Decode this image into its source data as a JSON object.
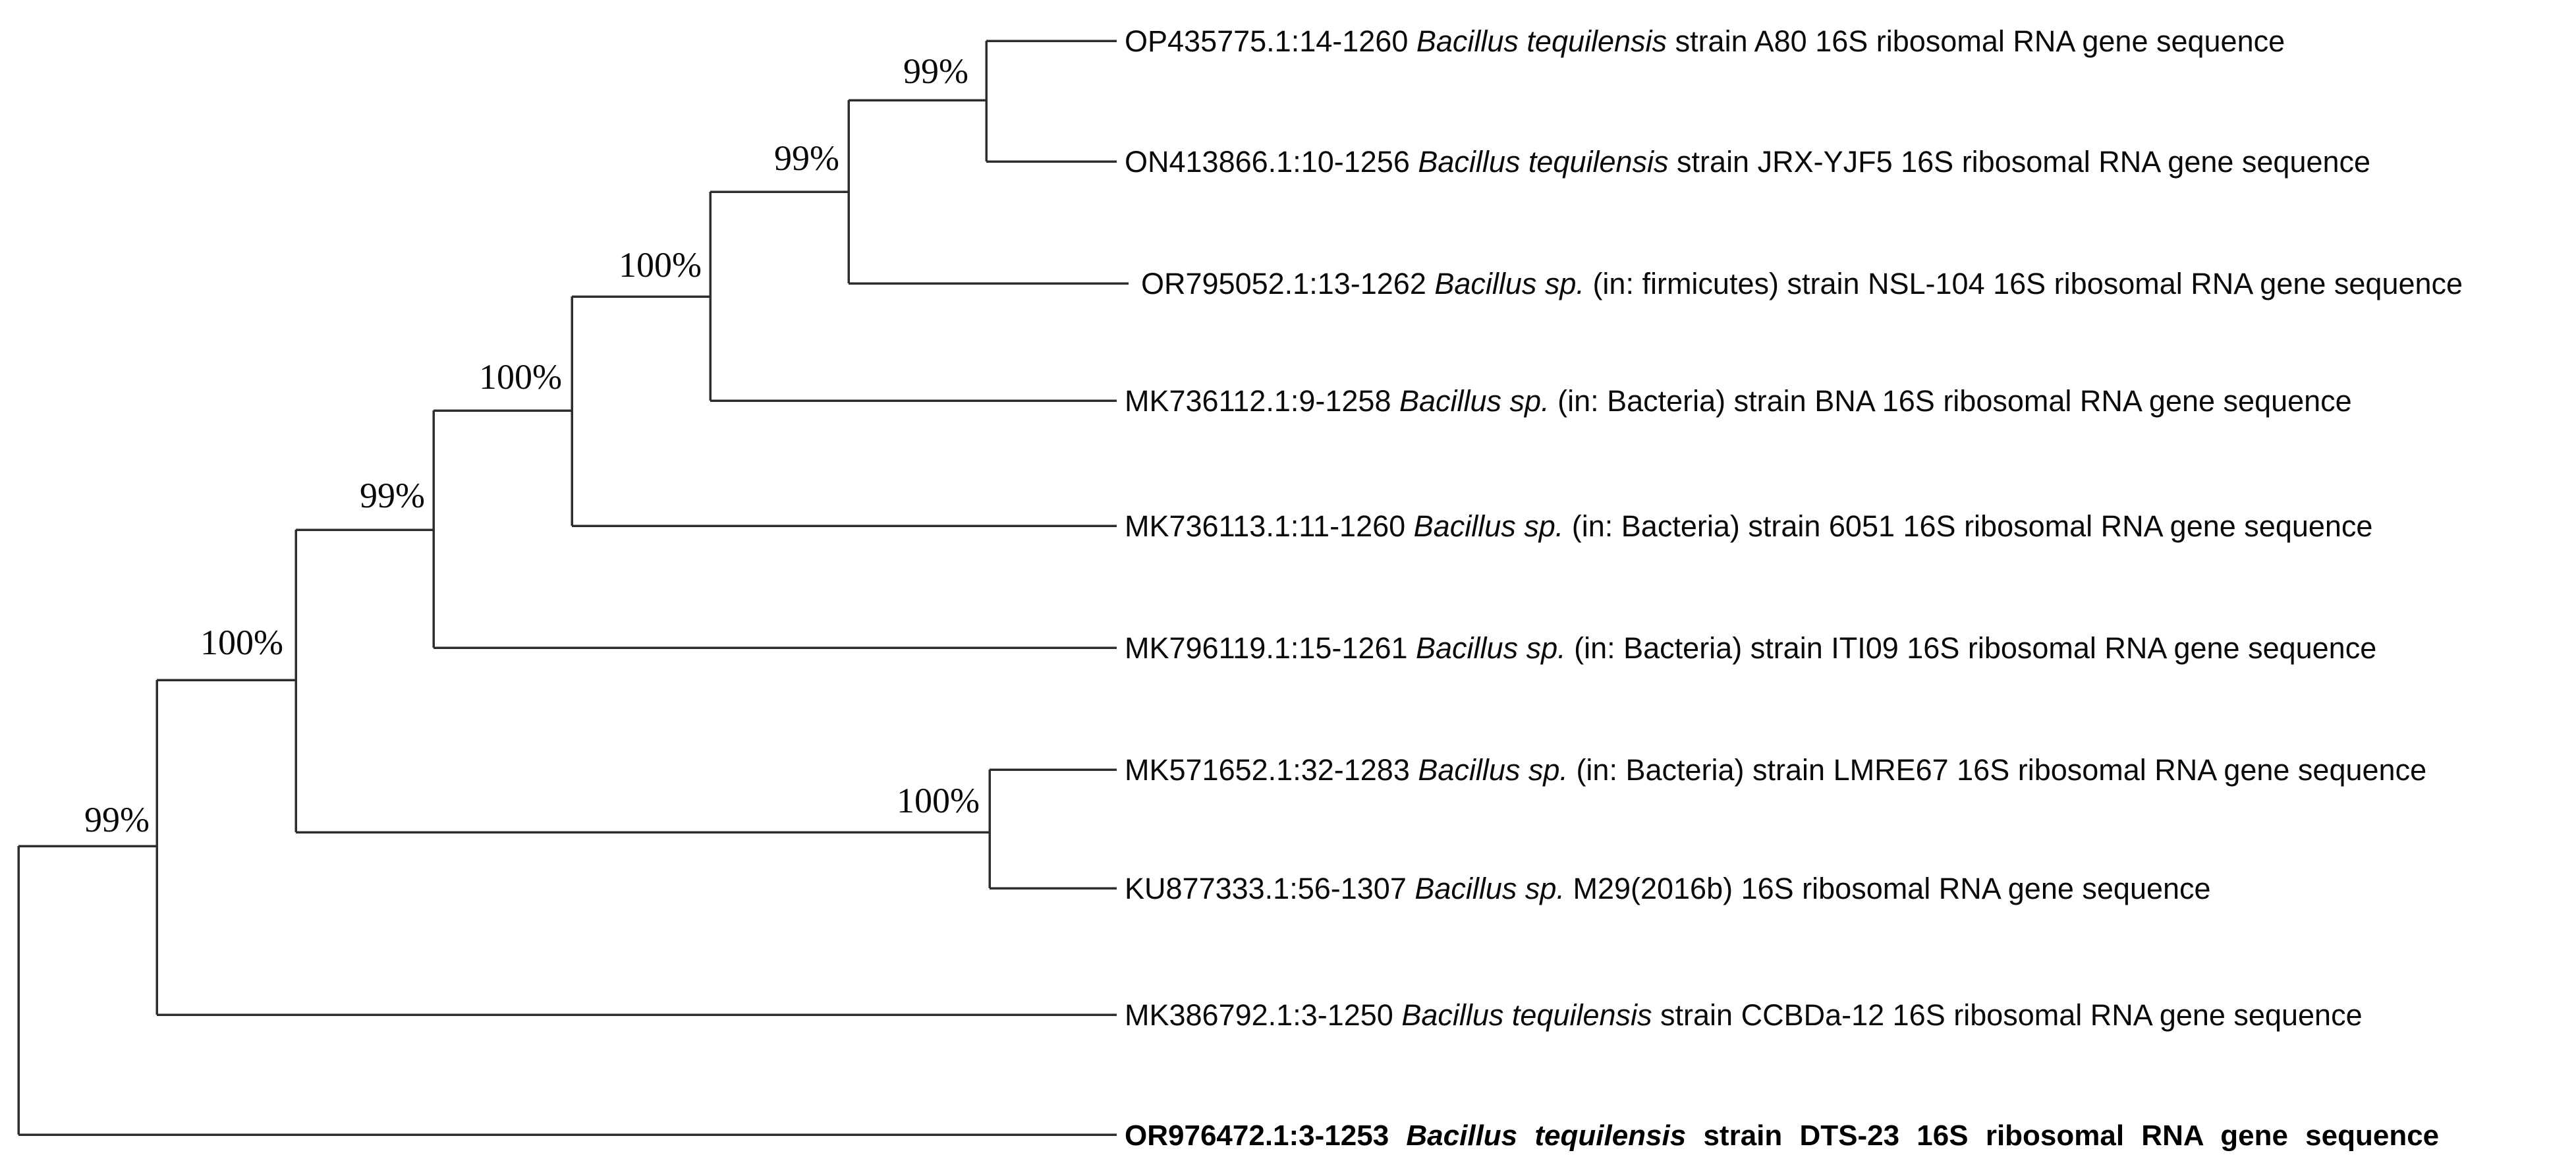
{
  "figure": {
    "kind": "phylogenetic-tree",
    "newick": "((((((((OP435775.1,ON413866.1)99,OR795052.1)99,MK736112.1)100,MK736113.1)100,MK796119.1)99,(MK571652.1,KU877333.1)100)100,MK386792.1)99,OR976472.1);"
  },
  "colors": {
    "line": "#2d2d2d",
    "text": "#0a0a0a"
  },
  "tree": {
    "taxa": [
      {
        "pre": "OP435775.1:14-1260 ",
        "italic": "Bacillus tequilensis",
        "post": " strain A80 16S ribosomal RNA gene sequence"
      },
      {
        "pre": "ON413866.1:10-1256 ",
        "italic": "Bacillus tequilensis",
        "post": " strain JRX-YJF5 16S ribosomal RNA gene sequence"
      },
      {
        "pre": "OR795052.1:13-1262 ",
        "italic": "Bacillus sp.",
        "post": " (in: firmicutes) strain NSL-104 16S ribosomal RNA gene sequence"
      },
      {
        "pre": "MK736112.1:9-1258 ",
        "italic": "Bacillus sp.",
        "post": " (in: Bacteria) strain BNA 16S ribosomal RNA gene sequence"
      },
      {
        "pre": "MK736113.1:11-1260 ",
        "italic": "Bacillus sp.",
        "post": " (in: Bacteria) strain 6051 16S ribosomal RNA gene sequence"
      },
      {
        "pre": "MK796119.1:15-1261 ",
        "italic": "Bacillus sp.",
        "post": " (in: Bacteria) strain ITI09 16S ribosomal RNA gene sequence"
      },
      {
        "pre": "MK571652.1:32-1283 ",
        "italic": "Bacillus sp.",
        "post": " (in: Bacteria) strain LMRE67 16S ribosomal RNA gene sequence"
      },
      {
        "pre": "KU877333.1:56-1307 ",
        "italic": "Bacillus sp.",
        "post": " M29(2016b) 16S ribosomal RNA gene sequence"
      },
      {
        "pre": "MK386792.1:3-1250 ",
        "italic": "Bacillus tequilensis",
        "post": " strain CCBDa-12 16S ribosomal RNA gene sequence"
      },
      {
        "pre": "OR976472.1:3-1253 ",
        "italic": "Bacillus tequilensis",
        "post": " strain DTS-23 16S ribosomal RNA gene sequence"
      }
    ],
    "bootstrap_labels": [
      "99%",
      "99%",
      "100%",
      "100%",
      "99%",
      "100%",
      "100%",
      "99%"
    ]
  }
}
